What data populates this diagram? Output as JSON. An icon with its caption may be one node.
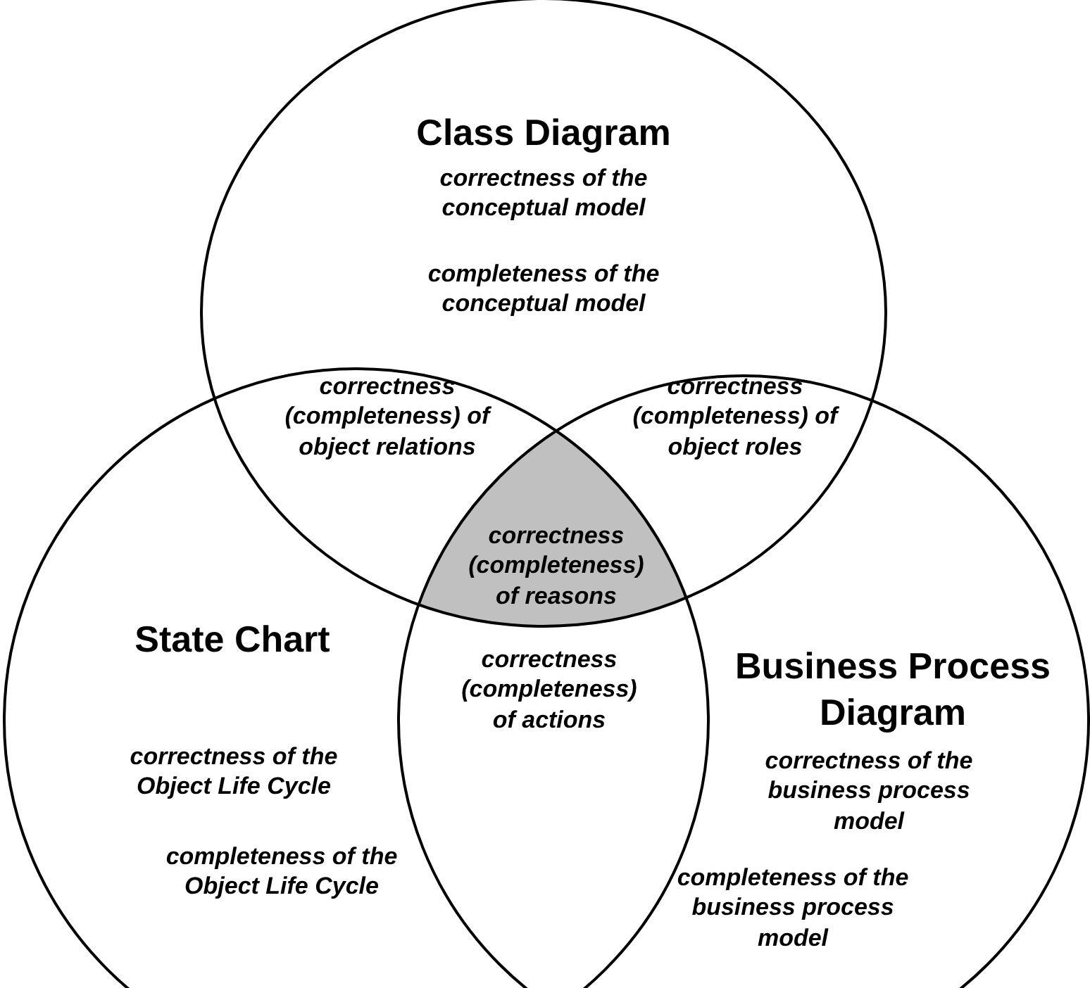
{
  "diagram": {
    "nodes": [
      {
        "text": [
          "Class Diagram",
          "correctness of the conceptual model",
          "completeness of the conceptual model"
        ]
      },
      {
        "text": [
          "State Chart",
          "correctness of the Object Life Cycle",
          "completeness of the Object Life Cycle"
        ]
      },
      {
        "text": [
          "Business Process Diagram",
          "correctness of the business process model",
          "completeness of the business process model"
        ]
      },
      {
        "text": [
          "correctness (completeness) of reasons"
        ]
      }
    ],
    "labels": [
      "correctness (completeness) of object relations",
      "correctness (completeness) of object roles",
      "correctness (completeness) of actions"
    ]
  }
}
